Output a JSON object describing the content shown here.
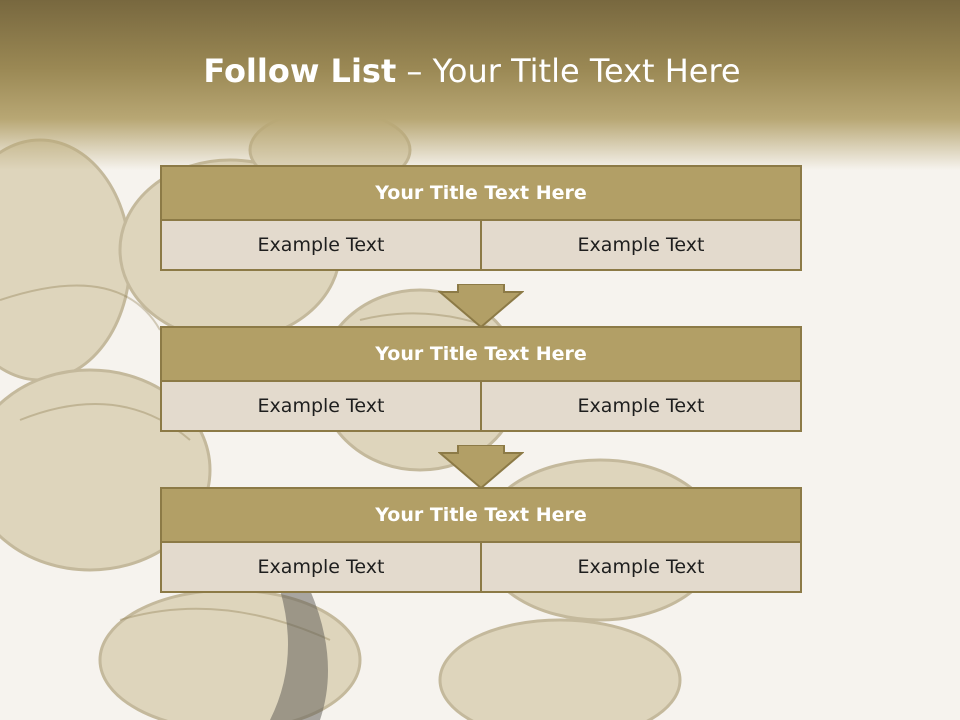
{
  "slide": {
    "title_bold": "Follow List",
    "title_rest": " – Your Title Text Here"
  },
  "steps": [
    {
      "title": "Your Title Text Here",
      "left": "Example Text",
      "right": "Example Text"
    },
    {
      "title": "Your Title Text Here",
      "left": "Example Text",
      "right": "Example Text"
    },
    {
      "title": "Your Title Text Here",
      "left": "Example Text",
      "right": "Example Text"
    }
  ],
  "colors": {
    "header_band": "#9a8854",
    "block_title": "#b29f66",
    "block_border": "#8c7a46",
    "cell_fill": "#e3dacd",
    "arrow_fill": "#b29f66"
  },
  "icons": {
    "connector": "down-arrow-icon"
  }
}
